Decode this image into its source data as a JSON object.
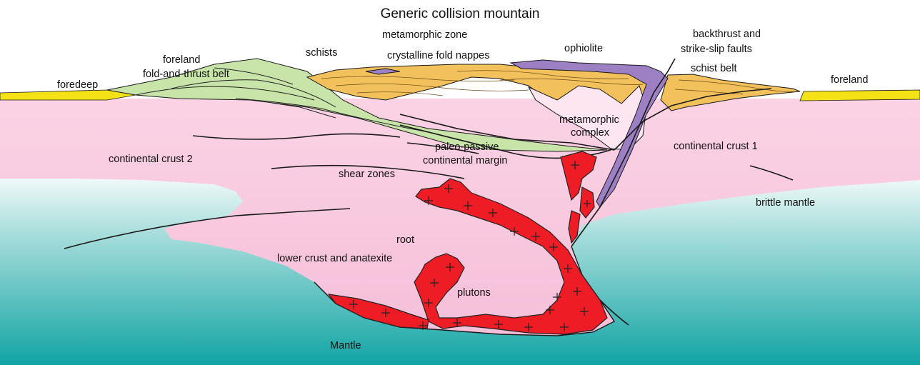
{
  "title": "Generic collision mountain",
  "colors": {
    "mantle_top": "#ffffff",
    "mantle_mid": "#a9dedc",
    "mantle_bottom": "#11a4a4",
    "crust": "#f6c2dc",
    "upper_crust_band": "#fde6ef",
    "foreland_yellow": "#f4e216",
    "fold_thrust_green": "#c9e4a8",
    "schist_orange": "#f3c15c",
    "ophiolite_purple": "#9d7fc3",
    "pluton_red": "#ee1c25",
    "line": "#1a1a1a"
  },
  "labels": {
    "metamorphic_zone": "metamorphic zone",
    "backthrust": "backthrust and",
    "strike_slip": "strike-slip faults",
    "foreland_left": "foreland",
    "fold_thrust_belt": "fold-and-thrust belt",
    "schists": "schists",
    "crystalline_fold_nappes": "crystalline fold nappes",
    "ophiolite": "ophiolite",
    "schist_belt": "schist belt",
    "foredeep": "foredeep",
    "foreland_right": "foreland",
    "metamorphic": "metamorphic",
    "complex": "complex",
    "paleo_passive": "paleo-passive",
    "continental_margin": "continental margin",
    "continental_crust_2": "continental crust 2",
    "continental_crust_1": "continental crust 1",
    "shear_zones": "shear zones",
    "brittle_mantle": "brittle mantle",
    "root": "root",
    "lower_crust": "lower crust and anatexite",
    "plutons": "plutons",
    "mantle": "Mantle"
  }
}
